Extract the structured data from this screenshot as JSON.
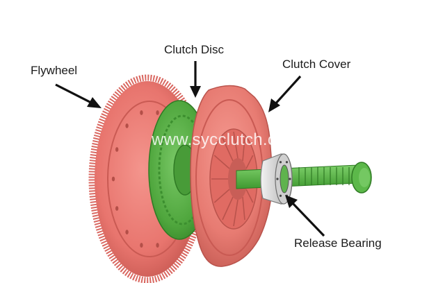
{
  "labels": {
    "flywheel": "Flywheel",
    "clutch_disc": "Clutch Disc",
    "clutch_cover": "Clutch Cover",
    "release_bearing": "Release Bearing"
  },
  "watermark": "www.sycclutch.c",
  "colors": {
    "flywheel": "#e8756e",
    "clutch_disc": "#57b044",
    "clutch_cover": "#e77b72",
    "shaft": "#5cb84a",
    "bearing": "#d9d9d9",
    "arrow": "#111111"
  }
}
